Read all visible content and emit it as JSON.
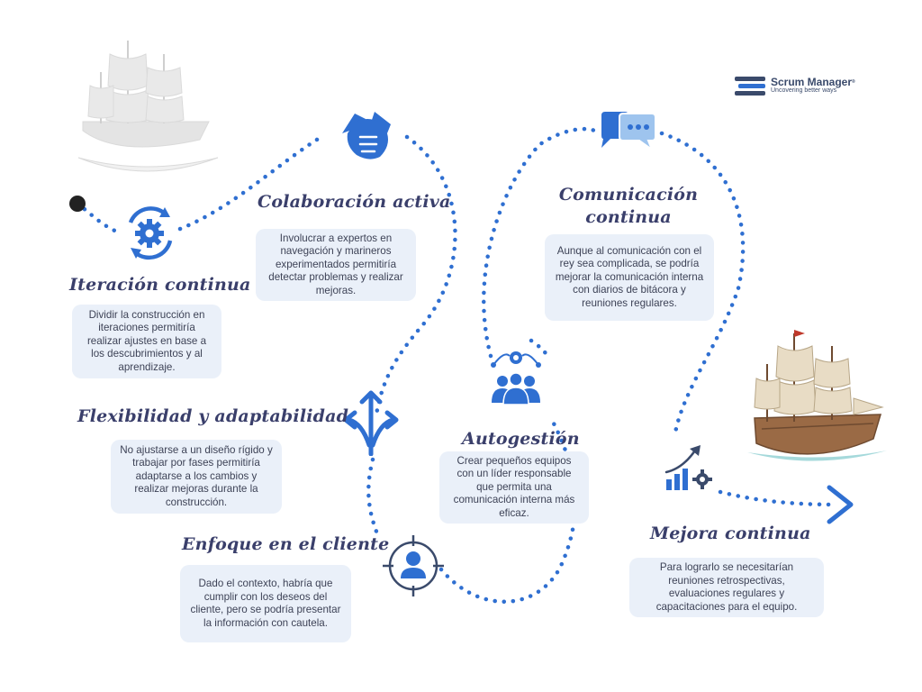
{
  "logo": {
    "name": "Scrum Manager",
    "trademark": "®",
    "tagline": "Uncovering better ways"
  },
  "colors": {
    "accent": "#2f6fd1",
    "title": "#3a3f6b",
    "box_bg": "#eaf0f9",
    "box_text": "#3d4256",
    "start_dot": "#222222"
  },
  "steps": [
    {
      "id": "iteracion",
      "icon": "gear-cycle-icon",
      "title": "Iteración continua",
      "text": "Dividir la construcción en iteraciones permitiría realizar ajustes en base a los descubrimientos y al aprendizaje."
    },
    {
      "id": "colaboracion",
      "icon": "handshake-icon",
      "title": "Colaboración activa",
      "text": "Involucrar a expertos en navegación y marineros experimentados permitiría detectar problemas y realizar mejoras."
    },
    {
      "id": "flexibilidad",
      "icon": "split-arrows-icon",
      "title": "Flexibilidad y adaptabilidad",
      "text": "No ajustarse a un diseño rígido y trabajar por fases permitiría adaptarse a los cambios y realizar mejoras durante la construcción."
    },
    {
      "id": "enfoque",
      "icon": "target-user-icon",
      "title": "Enfoque en el cliente",
      "text": "Dado el contexto, habría que cumplir con los deseos del cliente, pero se podría presentar la información con cautela."
    },
    {
      "id": "autogestion",
      "icon": "team-icon",
      "title": "Autogestión",
      "text": "Crear pequeños equipos con un líder responsable que permita una comunicación interna más eficaz."
    },
    {
      "id": "comunicacion",
      "icon": "chat-bubbles-icon",
      "title": "Comunicación continua",
      "text": "Aunque al comunicación con el rey sea complicada, se podría mejorar la comunicación interna con diarios de bitácora y reuniones regulares."
    },
    {
      "id": "mejora",
      "icon": "growth-chart-icon",
      "title": "Mejora continua",
      "text": "Para lograrlo se necesitarían reuniones retrospectivas, evaluaciones regulares y capacitaciones para el equipo."
    }
  ]
}
